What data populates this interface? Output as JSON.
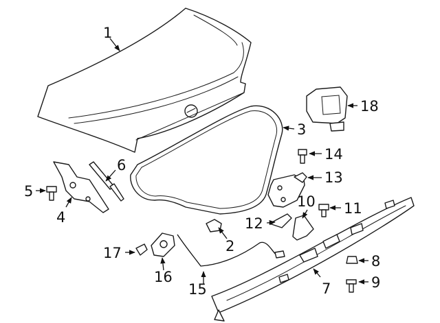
{
  "callouts": [
    {
      "id": "1",
      "text": "1"
    },
    {
      "id": "2",
      "text": "2"
    },
    {
      "id": "3",
      "text": "3"
    },
    {
      "id": "4",
      "text": "4"
    },
    {
      "id": "5",
      "text": "5"
    },
    {
      "id": "6",
      "text": "6"
    },
    {
      "id": "7",
      "text": "7"
    },
    {
      "id": "8",
      "text": "8"
    },
    {
      "id": "9",
      "text": "9"
    },
    {
      "id": "10",
      "text": "10"
    },
    {
      "id": "11",
      "text": "11"
    },
    {
      "id": "12",
      "text": "12"
    },
    {
      "id": "13",
      "text": "13"
    },
    {
      "id": "14",
      "text": "14"
    },
    {
      "id": "15",
      "text": "15"
    },
    {
      "id": "16",
      "text": "16"
    },
    {
      "id": "17",
      "text": "17"
    },
    {
      "id": "18",
      "text": "18"
    }
  ],
  "colors": {
    "line": "#1a1a1a",
    "background": "#ffffff"
  }
}
